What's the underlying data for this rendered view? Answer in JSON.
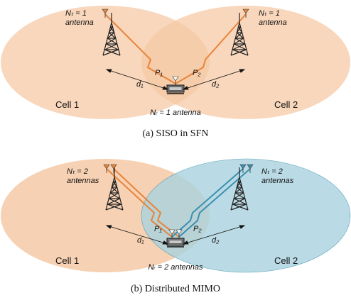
{
  "diagram_a": {
    "left_antenna": [
      "Nₜ = 1",
      "antenna"
    ],
    "right_antenna": [
      "Nₜ = 1",
      "antenna"
    ],
    "cell_left": "Cell 1",
    "cell_right": "Cell 2",
    "p1": "P₁",
    "p2": "P₂",
    "d1": "d₁",
    "d2": "d₂",
    "receiver": "Nᵣ = 1 antenna",
    "caption": "(a) SISO in SFN",
    "colors": {
      "cell_left": "#f5c9a6",
      "cell_right": "#f5c9a6",
      "link_left": "#e8843a",
      "link_right": "#e8843a"
    }
  },
  "diagram_b": {
    "left_antenna": [
      "Nₜ = 2",
      "antennas"
    ],
    "right_antenna": [
      "Nₜ = 2",
      "antennas"
    ],
    "cell_left": "Cell 1",
    "cell_right": "Cell 2",
    "p1": "P₁",
    "p2": "P₂",
    "d1": "d₁",
    "d2": "d₂",
    "receiver": "Nᵣ = 2 antennas",
    "caption": "(b) Distributed MIMO",
    "colors": {
      "cell_left": "#f5c9a6",
      "cell_right": "#a9d3df",
      "link_left": "#e8843a",
      "link_right": "#3a8fb0"
    }
  }
}
